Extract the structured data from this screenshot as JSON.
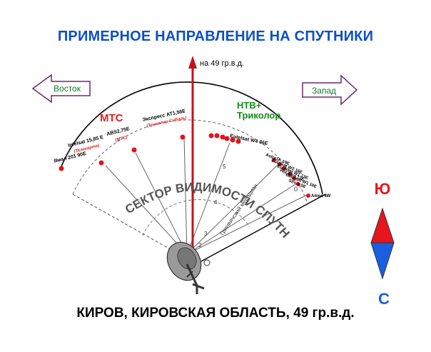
{
  "title": "ПРИМЕРНОЕ НАПРАВЛЕНИЕ НА СПУТНИКИ",
  "footer": "КИРОВ, КИРОВСКАЯ ОБЛАСТЬ, 49 гр.в.д.",
  "north_label": "на 49 гр.в.д.",
  "arrows": {
    "east": "Восток",
    "west": "Запад"
  },
  "operators": {
    "mts": "МТС",
    "ntv_line1": "НТВ+",
    "ntv_line2": "Триколор"
  },
  "sector_label": "СЕКТОР ВИДИМОСТИ СПУТНИКОВ",
  "meridian_label": "Гринвичский меридиан",
  "compass": {
    "south": "Ю",
    "north": "С"
  },
  "satellites_left": {
    "ekspress_name": "Экспресс АТ1,56Е",
    "ekspress_sub": "(Триколор Сибирь)",
    "abs_name": "ABS2,75E",
    "abs_sub": "(МТС)",
    "intelsat_name": "Intelsat 15,85 E",
    "intelsat_sub": "(Телекарта)",
    "yamal_name": "Ямал 201 90Е"
  },
  "satellites_right": {
    "eutelsat36": "Eutelsat W4 36E",
    "astra": "Astra1K 19E",
    "eutelsat16": "Eutelsat W2 16E",
    "eutelsat13": "Eutelsat W1 13E",
    "hotbird": "Hot Bird 13E",
    "eutelsat10": "Eutelsat W1 10E",
    "sirius": "Sirius 5E",
    "amos": "Amos 4W"
  },
  "small_numbers": {
    "n5": "5",
    "n4": "4",
    "n3": "3",
    "n2": "2",
    "n0": "0"
  },
  "colors": {
    "title": "#0c4fc8",
    "mts": "#e02020",
    "ntv": "#1a8a1a",
    "north_arrow": "#c0141e",
    "arrow_outline": "#6b2a6b",
    "arrow_text": "#157a2a",
    "dot": "#e0141e",
    "compass_red": "#e8141e",
    "compass_blue": "#1a5fe0"
  }
}
